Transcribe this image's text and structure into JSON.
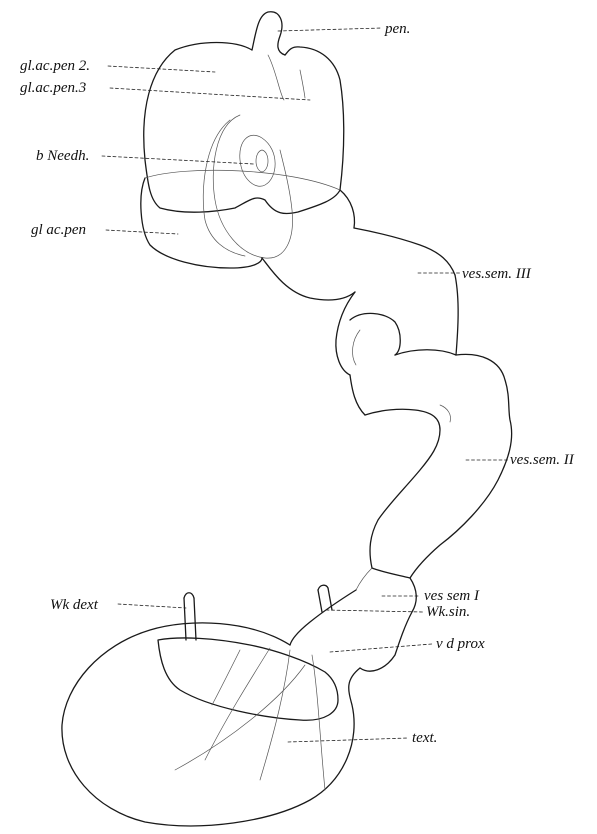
{
  "labels": {
    "pen": "pen.",
    "gl_ac_pen_2": "gl.ac.pen 2.",
    "gl_ac_pen_3": "gl.ac.pen.3",
    "b_needh": "b Needh.",
    "gl_ac_pen": "gl ac.pen",
    "ves_sem_III": "ves.sem. III",
    "ves_sem_II": "ves.sem. II",
    "ves_sem_I": "ves sem I",
    "wk_sin": "Wk.sin.",
    "wk_dext": "Wk dext",
    "v_d_prox": "v d prox",
    "text": "text."
  }
}
